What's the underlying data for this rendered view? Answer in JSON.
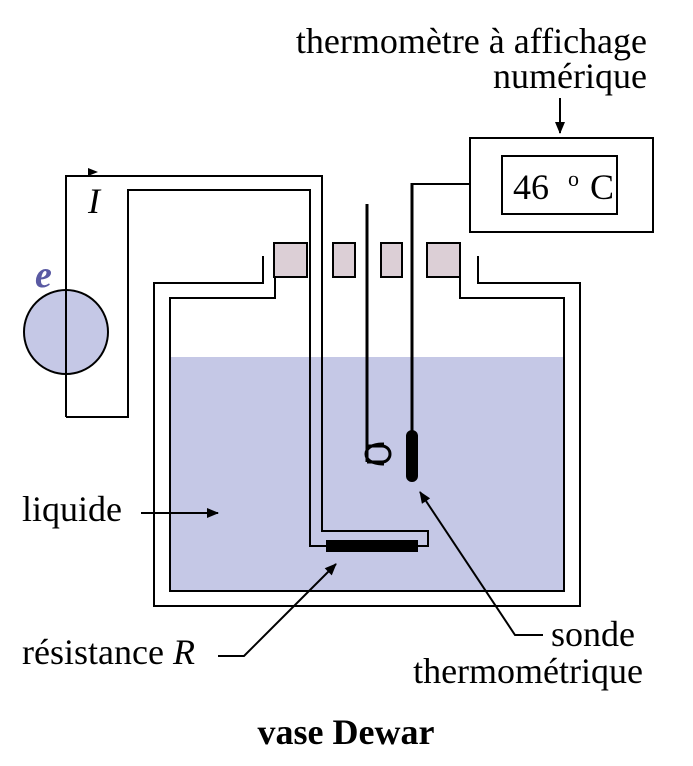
{
  "labels": {
    "thermometer_line1": "thermomètre à affichage",
    "thermometer_line2": "numérique",
    "display_value": "46",
    "display_degree": "o",
    "display_unit": "C",
    "current": "I",
    "emf": "e",
    "liquid": "liquide",
    "resistance_prefix": "résistance ",
    "resistance_symbol": "R",
    "probe_line1": "sonde",
    "probe_line2": "thermométrique",
    "caption": "vase Dewar"
  },
  "colors": {
    "liquid_fill": "#c5c8e6",
    "lid_block_fill": "#dccfd6",
    "source_fill": "#c5c8e6",
    "emf_label": "#5a5aa3"
  }
}
